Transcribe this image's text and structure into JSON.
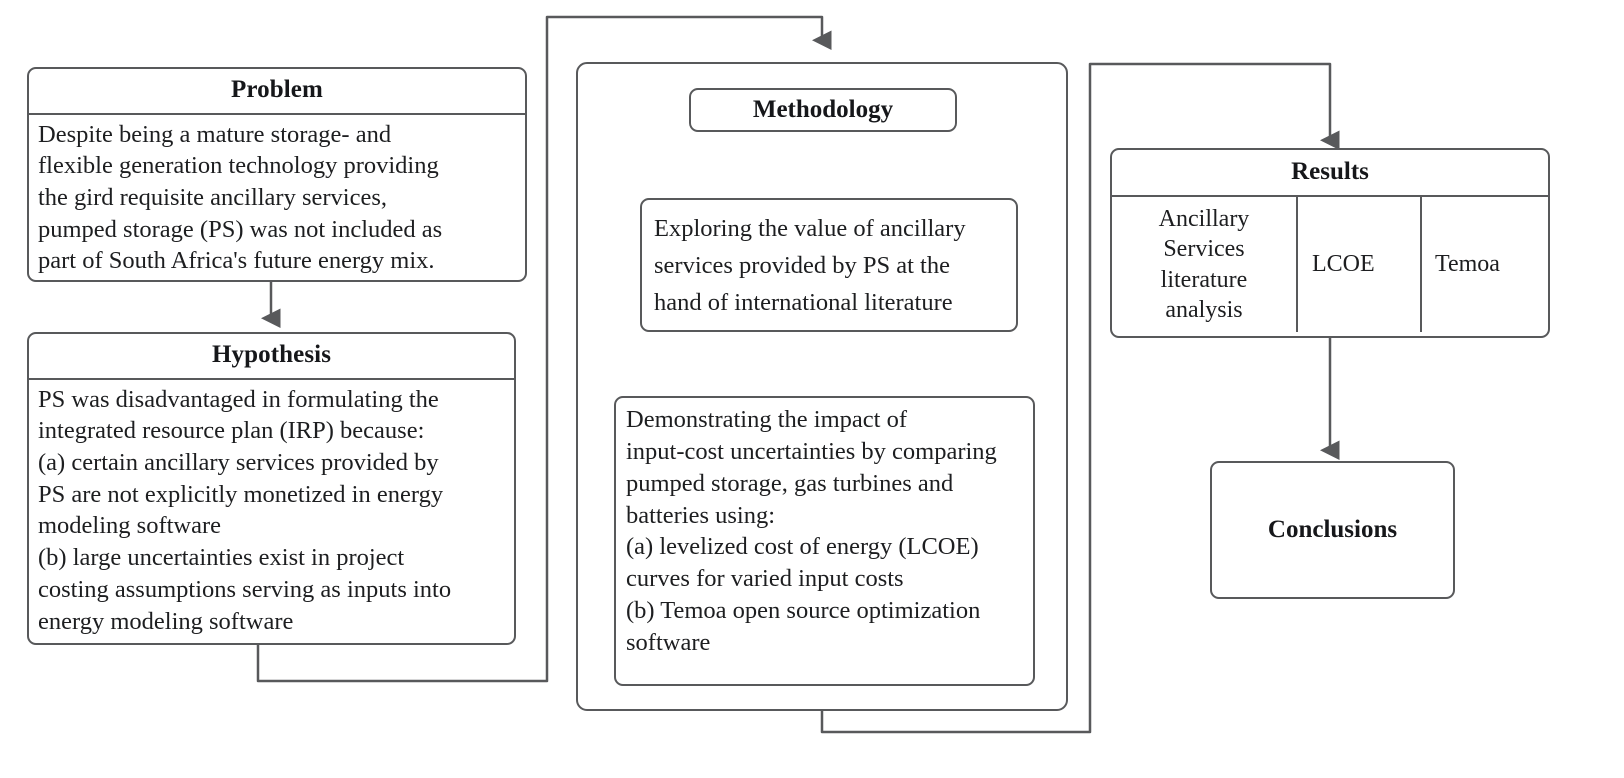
{
  "diagram": {
    "title": "Research structure flow diagram",
    "stroke_color": "#58595b",
    "text_color": "#1d1e20",
    "background": "#ffffff"
  },
  "nodes": {
    "problem": {
      "header": "Problem",
      "body": "Despite being a mature storage- and\nflexible generation technology providing\nthe gird requisite ancillary services,\npumped storage (PS) was not included as\npart of South Africa's future energy mix."
    },
    "hypothesis": {
      "header": "Hypothesis",
      "body": "PS was disadvantaged in formulating the\nintegrated resource plan (IRP) because:\n(a) certain ancillary services provided by\nPS are not explicitly monetized in energy\nmodeling software\n(b)  large uncertainties exist in project\ncosting assumptions serving as inputs into\nenergy modeling software"
    },
    "methodology": {
      "title": "Methodology",
      "step_one": "Exploring the value of ancillary\nservices provided by PS at the\nhand of international literature",
      "step_two": "Demonstrating the impact of\ninput-cost uncertainties by comparing\npumped storage, gas turbines and\nbatteries using:\n(a) levelized cost of energy (LCOE)\ncurves for varied input costs\n(b) Temoa open source optimization\nsoftware"
    },
    "results": {
      "header": "Results",
      "columns": [
        "Ancillary\nServices\nliterature\nanalysis",
        "LCOE",
        "Temoa"
      ]
    },
    "conclusions": {
      "label": "Conclusions"
    }
  },
  "connectors": [
    {
      "name": "problem-to-hypothesis",
      "from": "problem",
      "to": "hypothesis",
      "arrow": true
    },
    {
      "name": "hypothesis-to-methodology",
      "from": "hypothesis",
      "to": "methodology",
      "arrow": true
    },
    {
      "name": "methodology-title-to-step-one",
      "from": "methodology-title",
      "to": "step-one",
      "arrow": true
    },
    {
      "name": "step-one-to-step-two",
      "from": "step-one",
      "to": "step-two",
      "arrow": true
    },
    {
      "name": "methodology-to-results",
      "from": "methodology",
      "to": "results",
      "arrow": true
    },
    {
      "name": "results-to-conclusions",
      "from": "results",
      "to": "conclusions",
      "arrow": true
    }
  ]
}
